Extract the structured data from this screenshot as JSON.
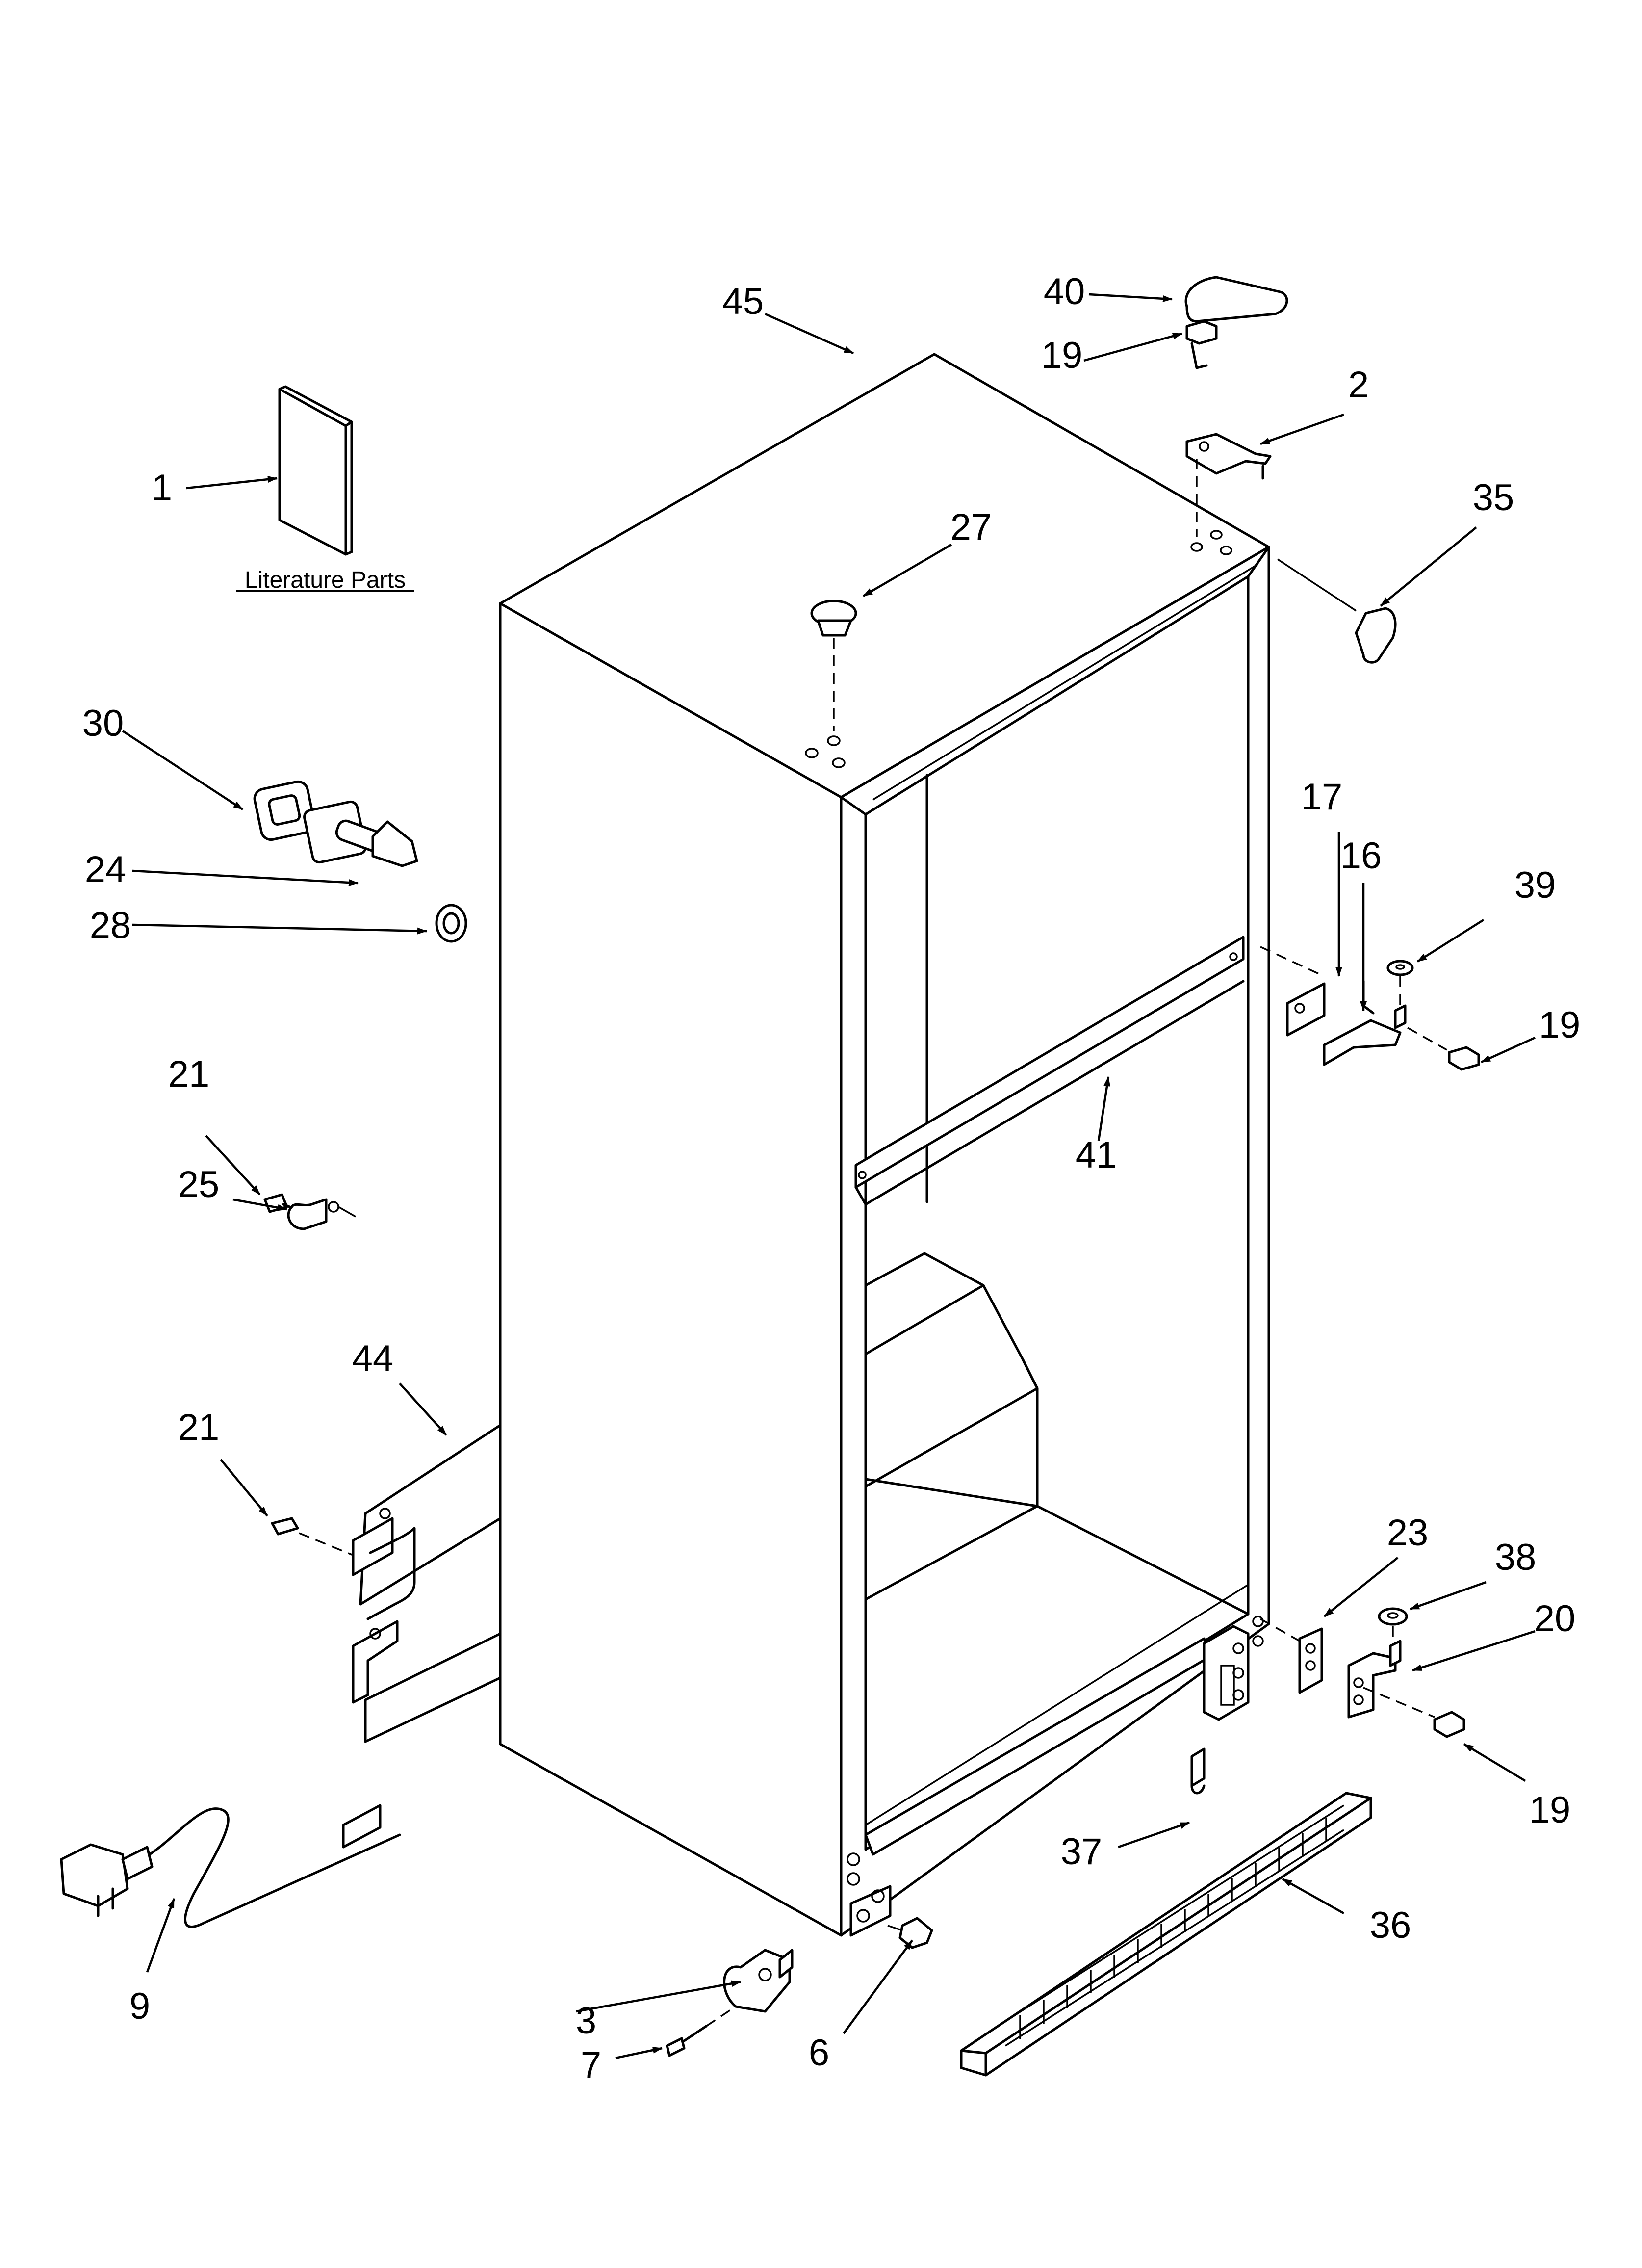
{
  "caption": "Literature Parts",
  "callouts": {
    "c1": "1",
    "c2": "2",
    "c3": "3",
    "c6": "6",
    "c7": "7",
    "c9": "9",
    "c16": "16",
    "c17": "17",
    "c19a": "19",
    "c19b": "19",
    "c19c": "19",
    "c20": "20",
    "c21a": "21",
    "c21b": "21",
    "c23": "23",
    "c24": "24",
    "c25": "25",
    "c27": "27",
    "c28": "28",
    "c30": "30",
    "c35": "35",
    "c36": "36",
    "c37": "37",
    "c38": "38",
    "c39": "39",
    "c40": "40",
    "c41": "41",
    "c44": "44",
    "c45": "45"
  }
}
